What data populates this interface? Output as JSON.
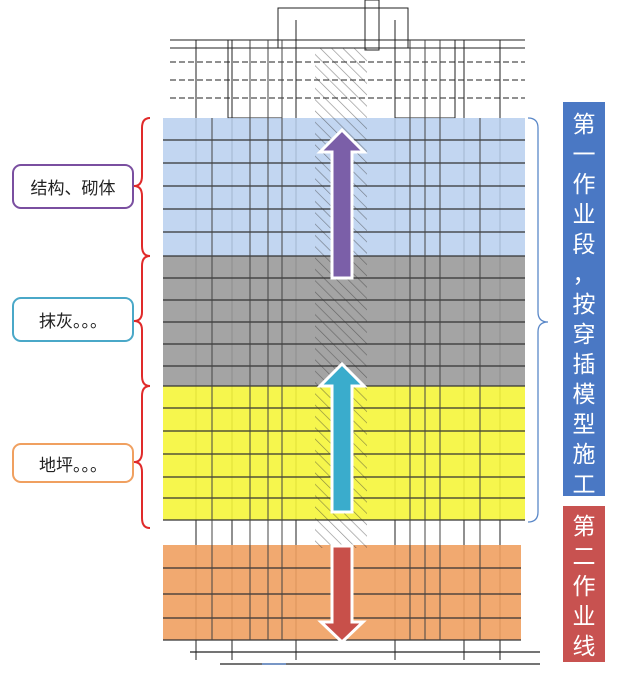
{
  "labels": {
    "structure": "结构、砌体",
    "plaster": "抹灰。。。",
    "floor": "地坪。。。"
  },
  "banners": {
    "first": [
      "第",
      "一",
      "作",
      "业",
      "段",
      "，",
      "按",
      "穿",
      "插",
      "模",
      "型",
      "施",
      "工"
    ],
    "second": [
      "第",
      "二",
      "作",
      "业",
      "线"
    ]
  },
  "colors": {
    "structure_band": "#b7cfee",
    "plaster_band": "#9a9a9a",
    "floor_band": "#f5f53a",
    "base_band": "#f0a060",
    "brace": "#e02a2a",
    "purple_arrow": "#7b5fa8",
    "teal_arrow": "#3aaccc",
    "red_arrow": "#c8504a",
    "banner_first": "#4a78c4",
    "banner_second": "#c85250",
    "structure_border": "#7a4fa0",
    "plaster_border": "#4aa8c8",
    "floor_border": "#f0a060"
  },
  "icons": {
    "stair_hatch": "diagonal-hatch",
    "up_down_arrow": "double-headed-arrow"
  }
}
